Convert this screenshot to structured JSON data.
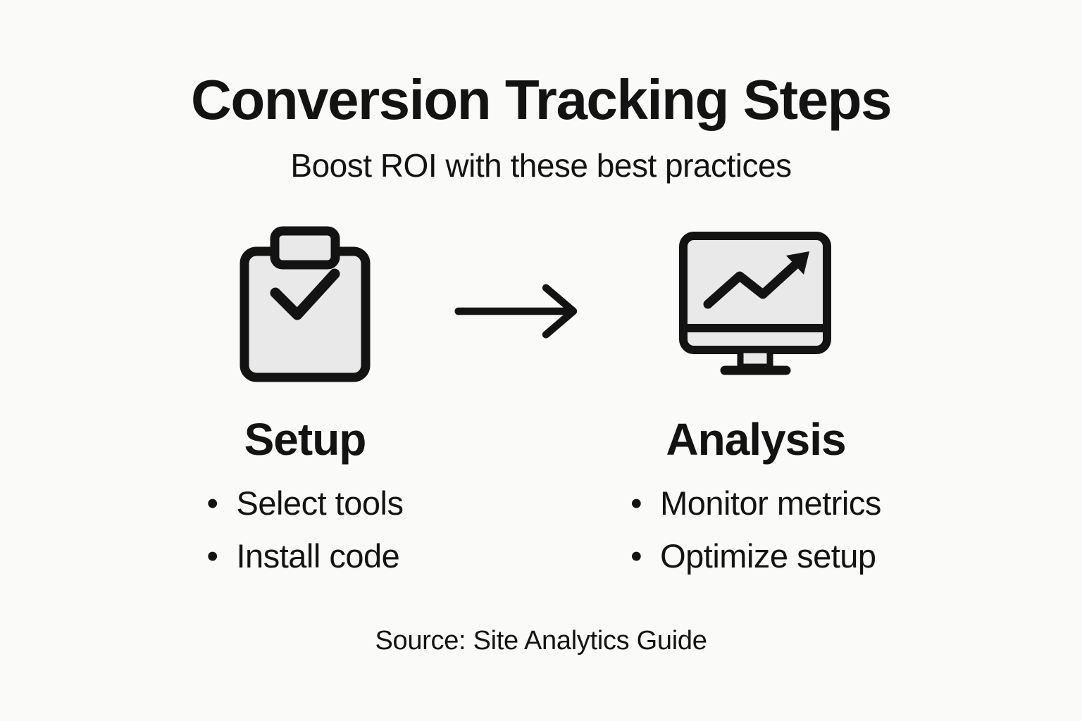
{
  "theme": {
    "background": "#fafaf9",
    "ink": "#131313",
    "icon_fill": "#e9e9e9"
  },
  "header": {
    "title": "Conversion Tracking Steps",
    "subtitle": "Boost ROI with these best practices"
  },
  "bullet_char": "•",
  "steps": [
    {
      "id": "setup",
      "icon": "clipboard-check-icon",
      "label": "Setup",
      "bullets": [
        "Select tools",
        "Install code"
      ]
    },
    {
      "id": "analysis",
      "icon": "monitor-chart-icon",
      "label": "Analysis",
      "bullets": [
        "Monitor metrics",
        "Optimize setup"
      ]
    }
  ],
  "connector": {
    "icon": "arrow-right-icon"
  },
  "footer": {
    "source": "Source: Site Analytics Guide"
  }
}
